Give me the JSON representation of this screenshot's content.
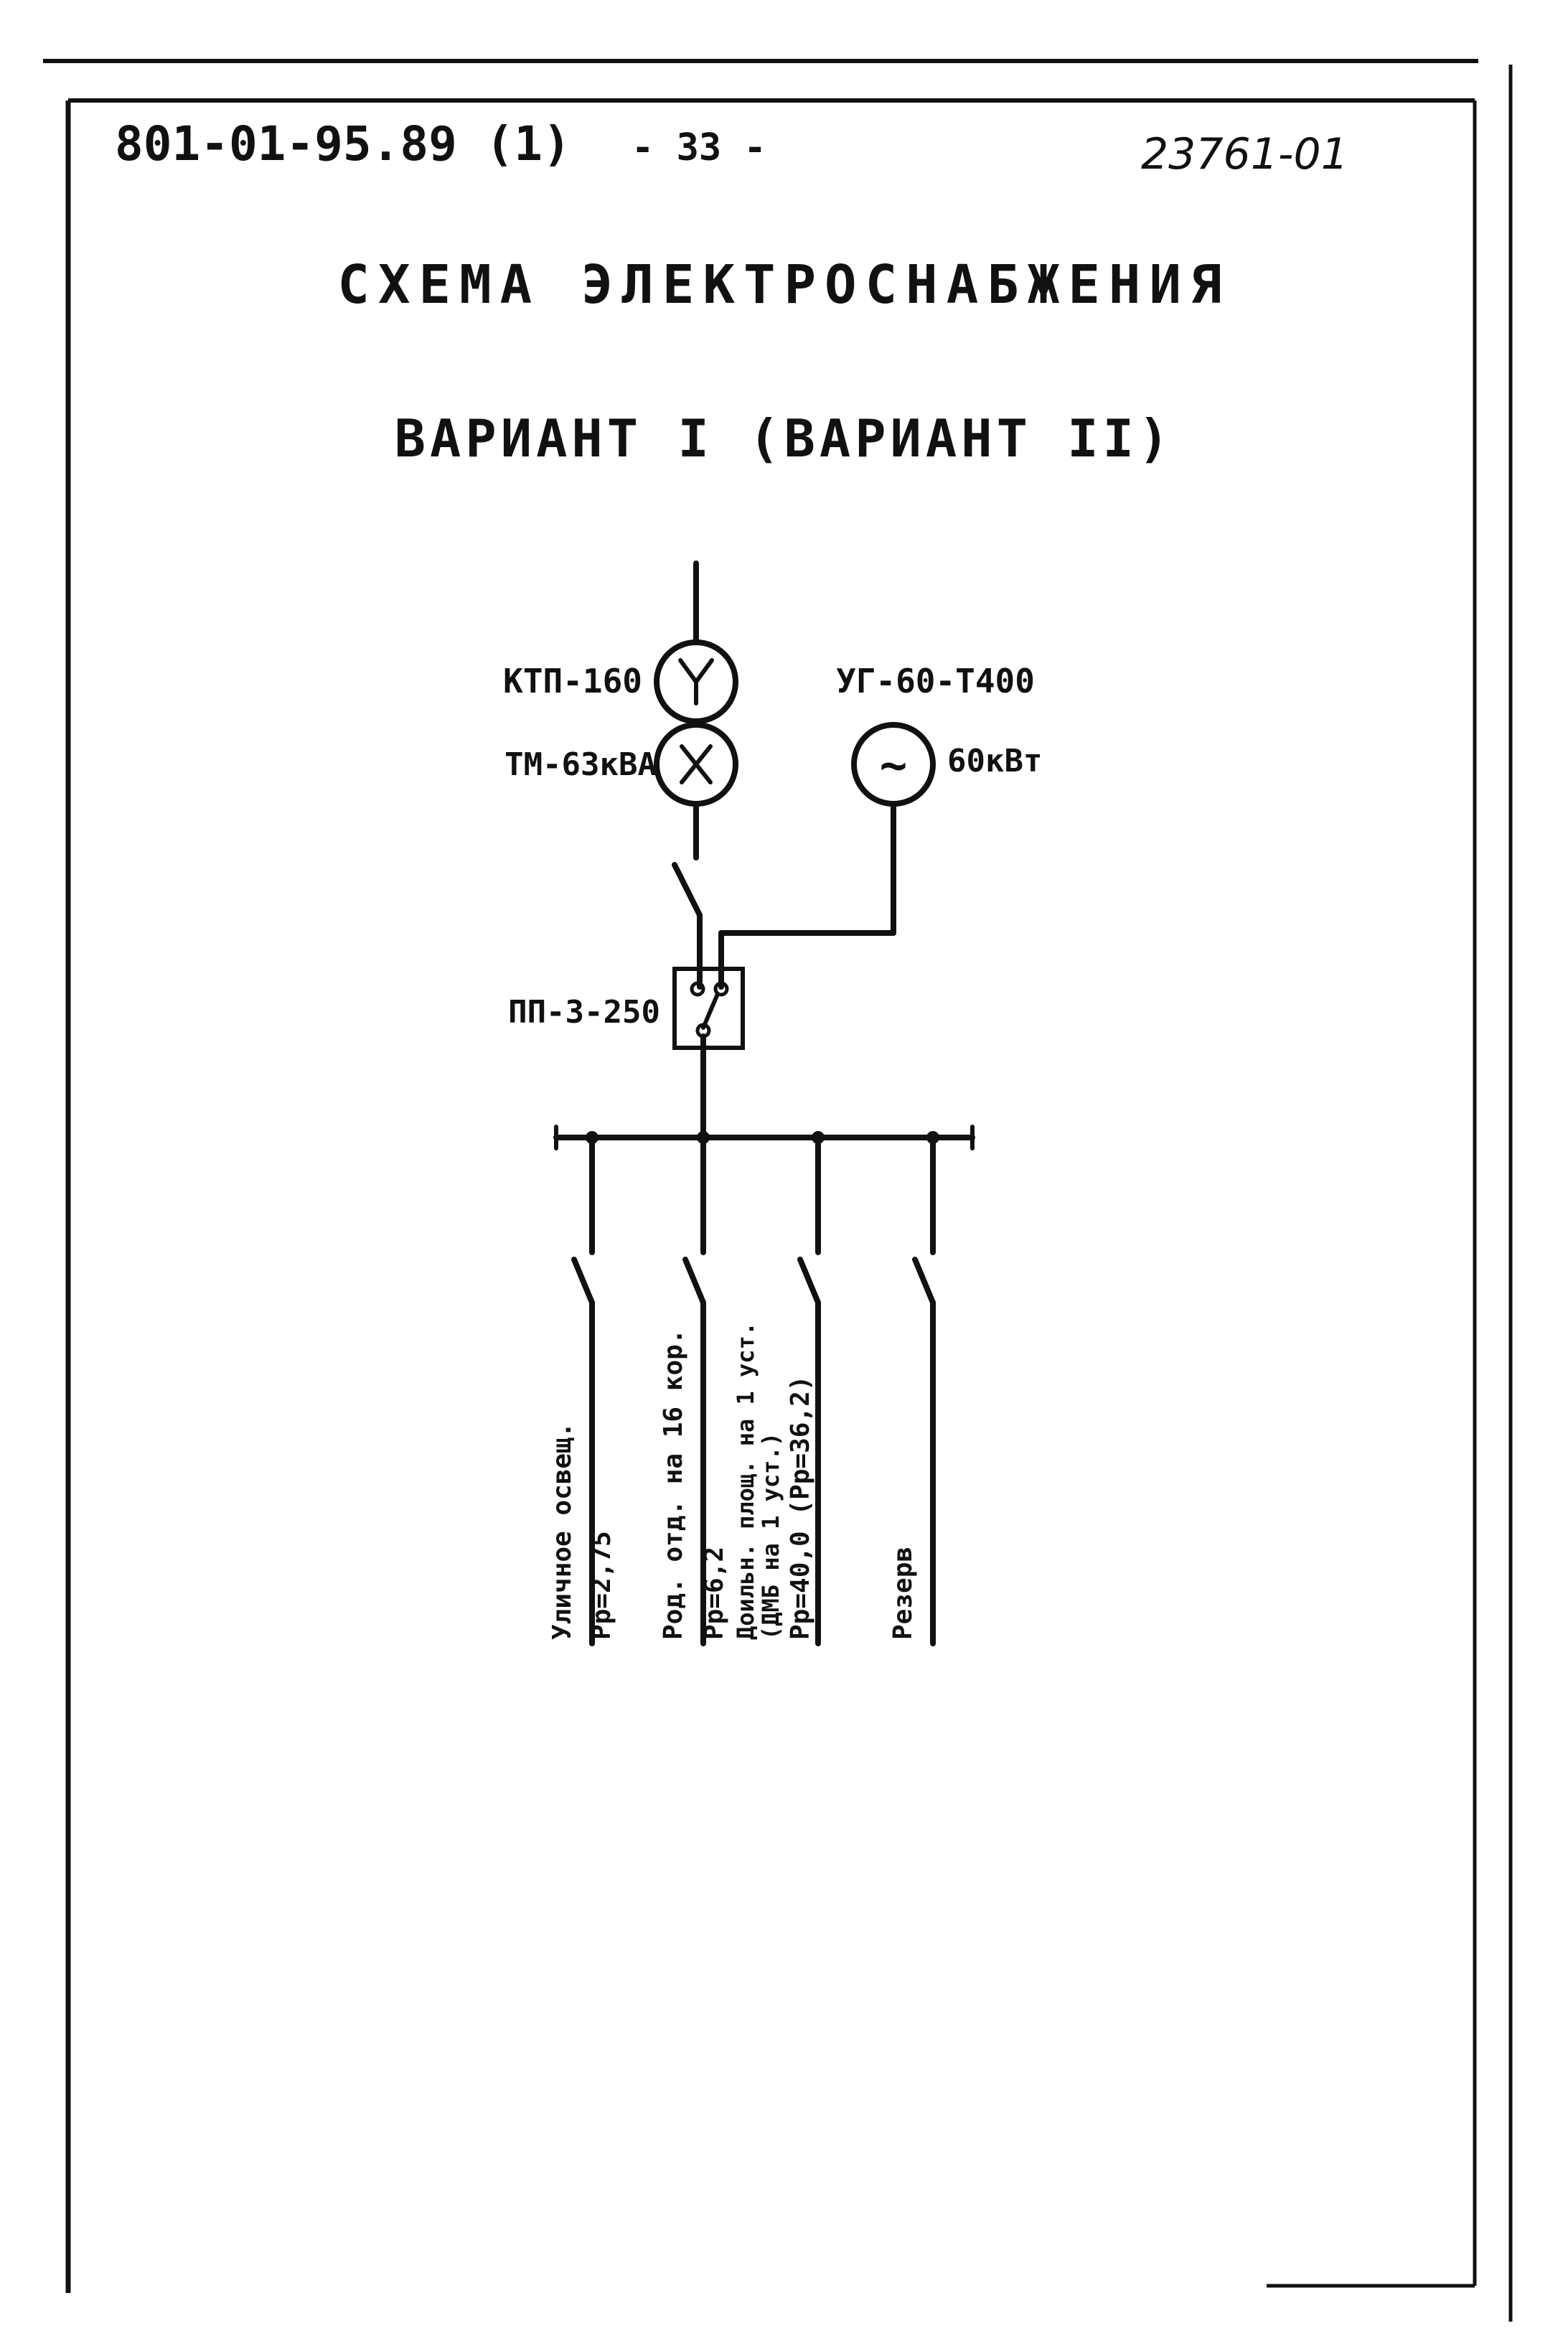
{
  "header": {
    "doc_code": "801-01-95.89 (1)",
    "page_number": "- 33 -",
    "doc_number": "23761-01"
  },
  "title": "СХЕМА ЭЛЕКТРОСНАБЖЕНИЯ",
  "subtitle": "ВАРИАНТ I (ВАРИАНТ II)",
  "diagram": {
    "transformer": {
      "label_top": "КТП-160",
      "label_bottom": "ТМ-63кВА"
    },
    "generator": {
      "label_top": "УГ-60-Т400",
      "label_bottom": "60кВт",
      "symbol": "~"
    },
    "switch": {
      "label": "ПП-3-250"
    },
    "feeders": [
      {
        "line1": "Уличное освещ.",
        "line2": "Рр=2,75"
      },
      {
        "line1": "Род. отд. на 16 кор.",
        "line2": "Рр=6,2"
      },
      {
        "line1": "Доильн. площ. на 1 уст.",
        "line2": "(ДМБ на 1 уст.)",
        "line3": "Рр=40,0 (Рр=36,2)"
      },
      {
        "line1": "Резерв"
      }
    ]
  }
}
